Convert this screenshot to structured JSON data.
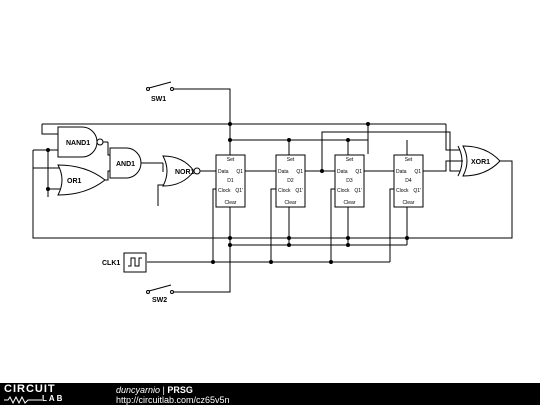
{
  "circuit": {
    "switches": {
      "sw1": "SW1",
      "sw2": "SW2"
    },
    "gates": {
      "nand": "NAND1",
      "or": "OR1",
      "and": "AND1",
      "nor": "NOR1",
      "xor": "XOR1"
    },
    "clock": "CLK1",
    "flipflops": [
      {
        "name": "D1",
        "set": "Set",
        "data": "Data",
        "q": "Q1",
        "clock": "Clock",
        "qn": "Q1'",
        "clear": "Clear"
      },
      {
        "name": "D2",
        "set": "Set",
        "data": "Data",
        "q": "Q1",
        "clock": "Clock",
        "qn": "Q1'",
        "clear": "Clear"
      },
      {
        "name": "D3",
        "set": "Set",
        "data": "Data",
        "q": "Q1",
        "clock": "Clock",
        "qn": "Q1'",
        "clear": "Clear"
      },
      {
        "name": "D4",
        "set": "Set",
        "data": "Data",
        "q": "Q1",
        "clock": "Clock",
        "qn": "Q1'",
        "clear": "Clear"
      }
    ]
  },
  "footer": {
    "logo_top": "CIRCUIT",
    "logo_bottom": "LAB",
    "author": "duncyarnio",
    "separator": " | ",
    "title": "PRSG",
    "url": "http://circuitlab.com/cz65v5n"
  }
}
